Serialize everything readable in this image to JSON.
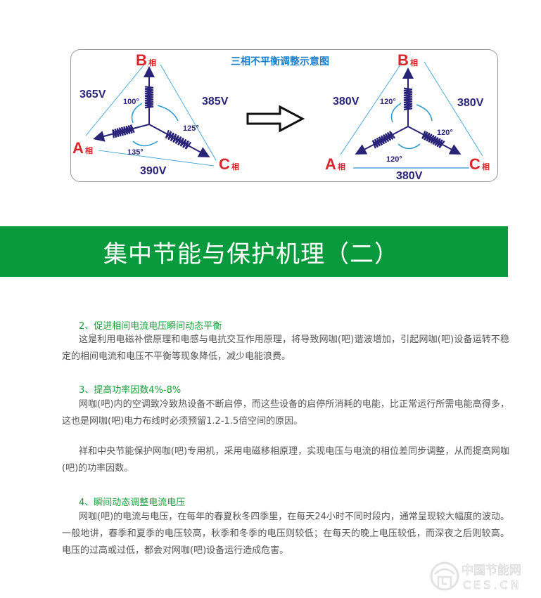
{
  "diagram": {
    "title": "三相不平衡调整示意图",
    "phase_suffix": "相",
    "before": {
      "B": "B",
      "A": "A",
      "C": "C",
      "v_ab": "365V",
      "v_bc": "385V",
      "v_ac": "390V",
      "ang_ab": "100°",
      "ang_bc": "125°",
      "ang_ac": "135°"
    },
    "after": {
      "B": "B",
      "A": "A",
      "C": "C",
      "v_ab": "380V",
      "v_bc": "380V",
      "v_ac": "380V",
      "ang_ab": "120°",
      "ang_bc": "120°",
      "ang_ac": "120°"
    },
    "colors": {
      "title": "#1a7fc8",
      "phase": "#d8262b",
      "wire": "#2a2478",
      "arc": "#2a9ad0"
    }
  },
  "banner": {
    "title": "集中节能与保护机理（二）",
    "color": "#0a9a3e"
  },
  "sections": [
    {
      "heading": "2、促进相间电流电压瞬间动态平衡",
      "paragraphs": [
        "这是利用电磁补偿原理和电感与电抗交互作用原理，将导致网咖(吧)谐波增加，引起网咖(吧)设备运转不稳定的相间电流和电压不平衡等现象降低，减少电能浪费。"
      ]
    },
    {
      "heading": "3、提高功率因数4%-8%",
      "paragraphs": [
        "网咖(吧)内的空调致冷致热设备不断启停，而这些设备的启停所消耗的电能，比正常运行所需电能高得多，这也是网咖(吧)电力布线时必须预留1.2-1.5倍空间的原因。",
        "祥和中央节能保护网咖(吧)专用机，采用电磁移相原理，实现电压与电流的相位差同步调整，从而提高网咖(吧)的功率因数。"
      ]
    },
    {
      "heading": "4、瞬间动态调整电流电压",
      "paragraphs": [
        "网咖(吧)的电流与电压，在每年的春夏秋冬四季里，在每天24小时不同时段内，通常呈现较大幅度的波动。一般地讲，春季和夏季的电压较高，秋季和冬季的电压则较低；在每天的晚上电压较低，而深夜之后则较高。电压的过高或过低，都会对网咖(吧)设备运行造成危害。"
      ]
    }
  ],
  "watermark": {
    "cn": "中国节能网",
    "en": "CES.CN"
  }
}
